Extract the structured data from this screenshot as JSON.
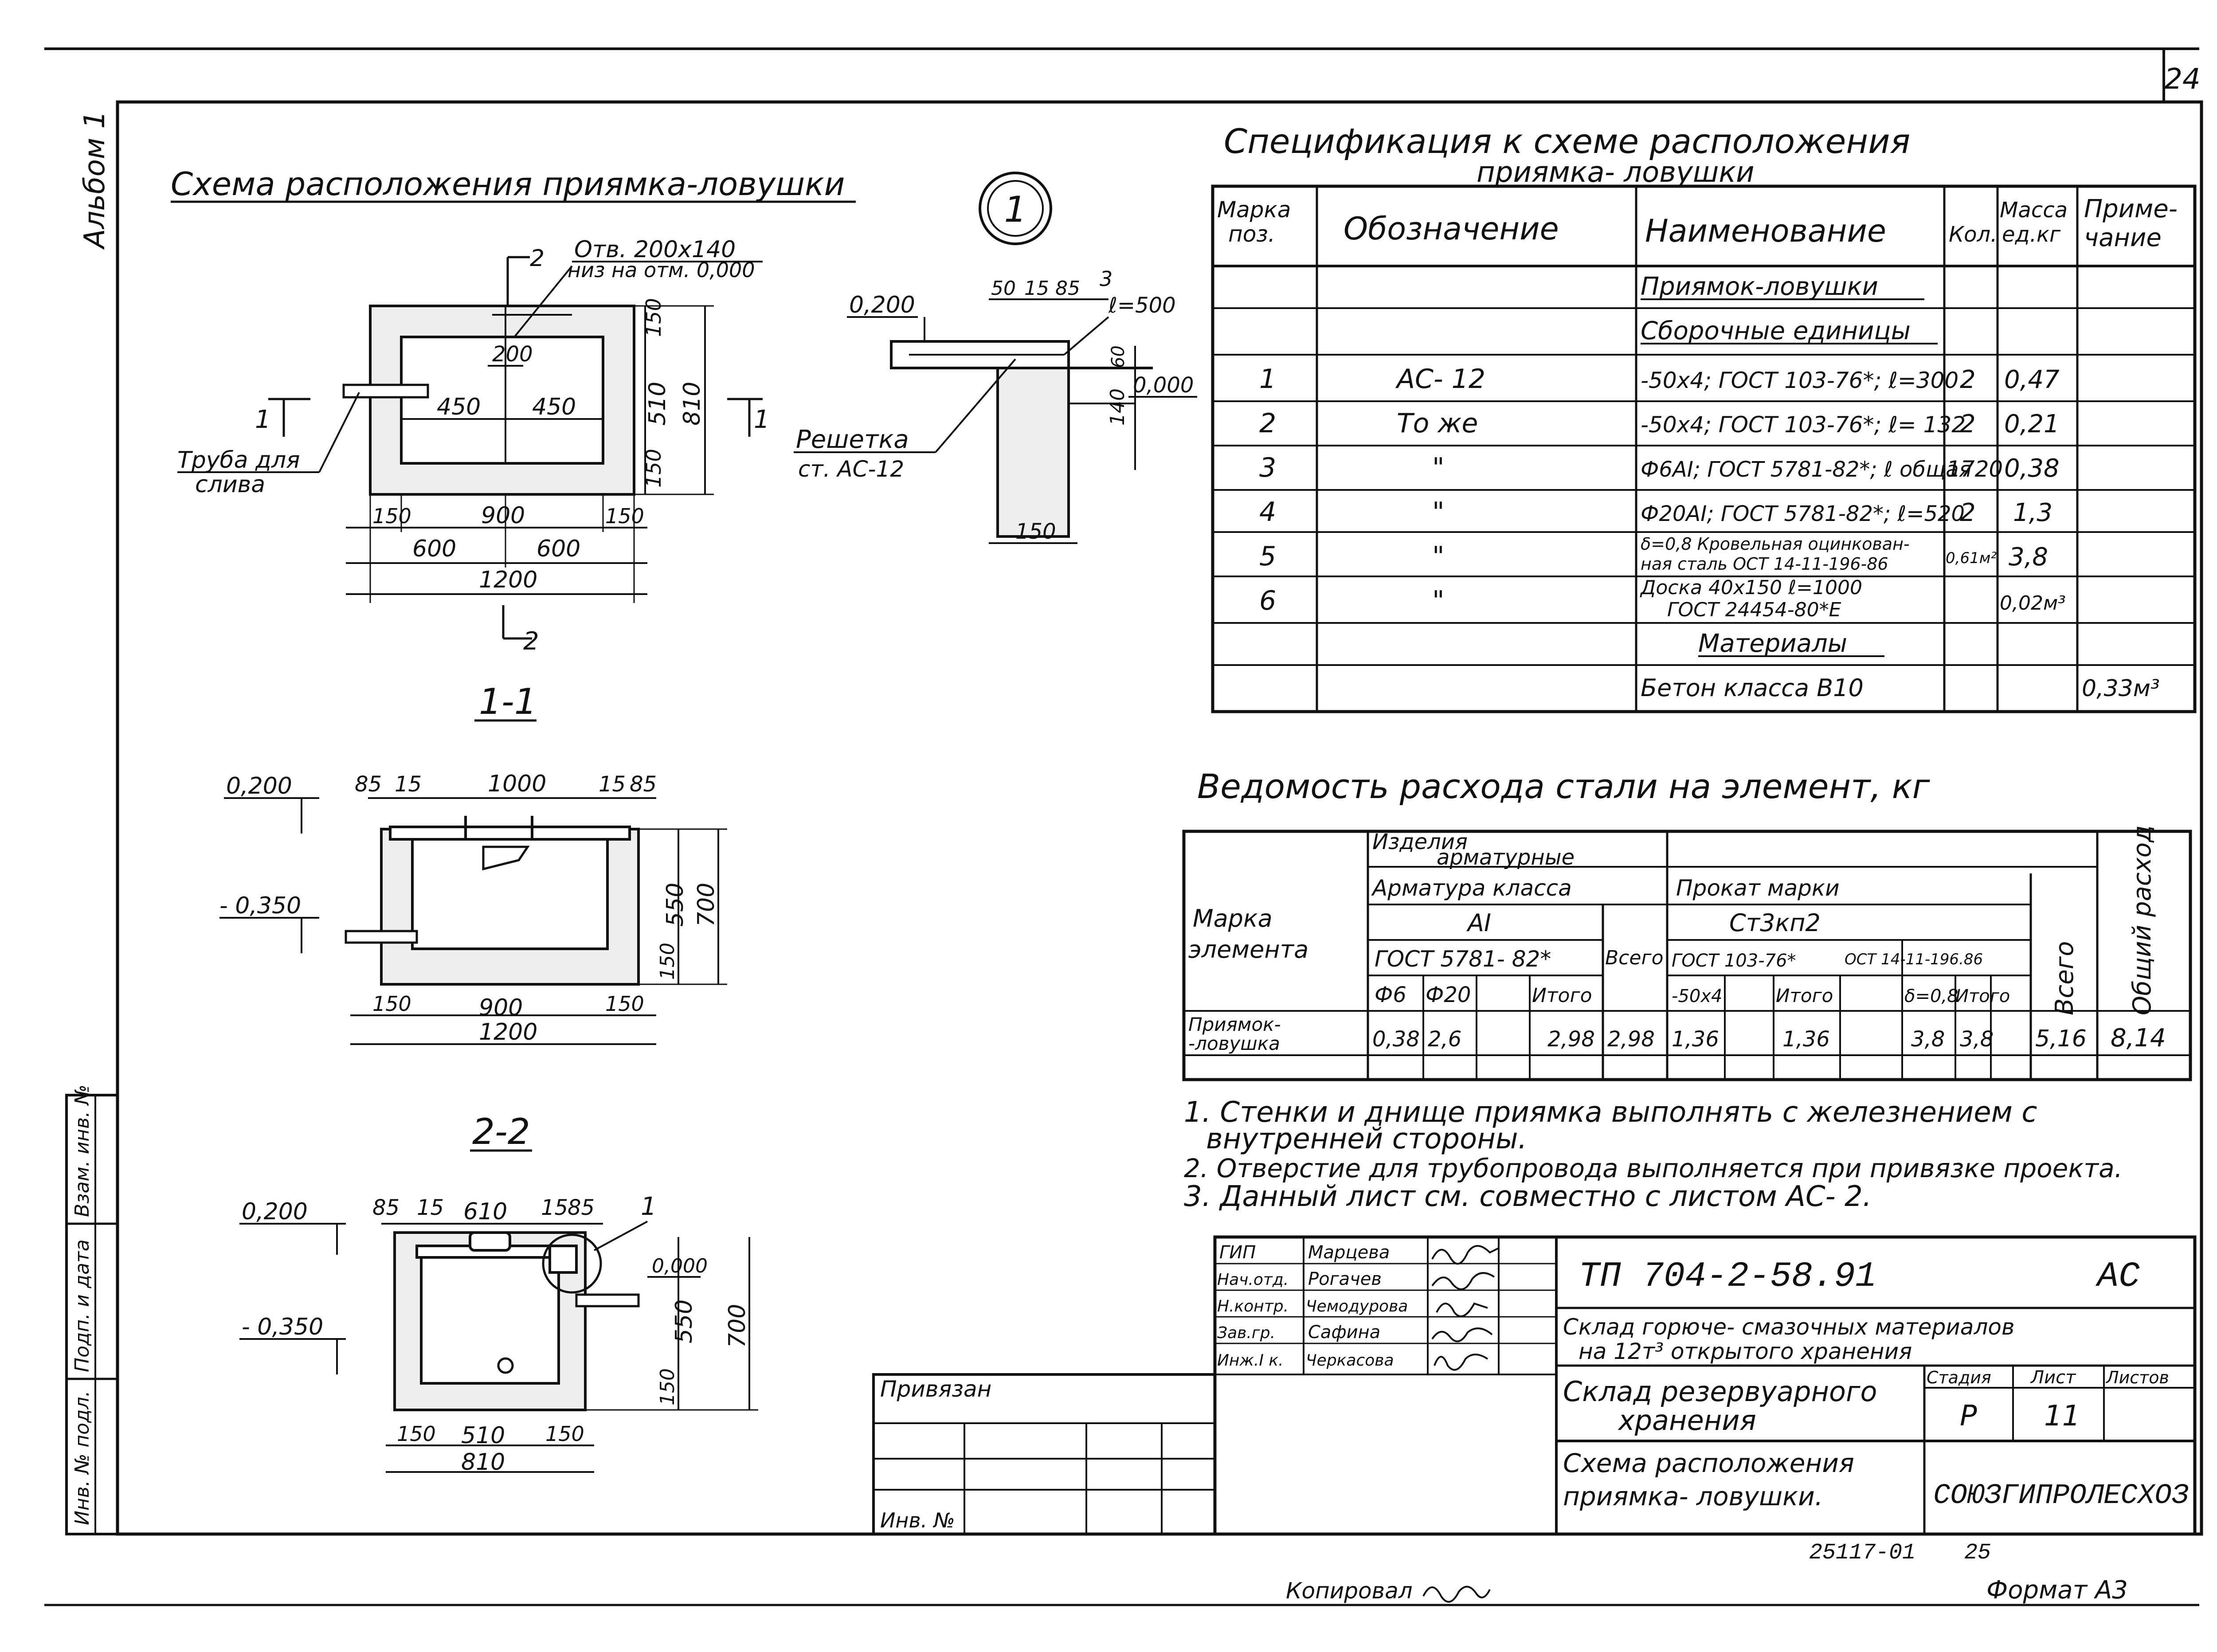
{
  "sheet_number": "24",
  "album_label": "Альбом 1",
  "plan": {
    "title": "Схема расположения приямка-ловушки",
    "opening": "Отв. 200х140",
    "opening_level": "низ на отм. 0,000",
    "pipe_label_1": "Труба для",
    "pipe_label_2": "слива",
    "section_mark": "1",
    "section_mark_2": "2",
    "dims": {
      "d200": "200",
      "d450a": "450",
      "d450b": "450",
      "d150a": "150",
      "d510": "510",
      "d150b": "150",
      "d810": "810",
      "b150a": "150",
      "b900": "900",
      "b150b": "150",
      "b600a": "600",
      "b600b": "600",
      "b1200": "1200"
    }
  },
  "detail": {
    "callout": "1",
    "level_top": "0,200",
    "level_zero": "0,000",
    "d50": "50",
    "d15": "15",
    "d85": "85",
    "item": "3",
    "length": "ℓ=500",
    "d60": "60",
    "d140": "140",
    "d150": "150",
    "grate_1": "Решетка",
    "grate_2": "ст. АС-12"
  },
  "section_1_1": {
    "title": "1-1",
    "level_top": "0,200",
    "level_pipe": "- 0,350",
    "top_dims": [
      "85",
      "15",
      "1000",
      "15",
      "85"
    ],
    "d550": "550",
    "d700": "700",
    "d150r": "150",
    "b150a": "150",
    "b900": "900",
    "b150b": "150",
    "b1200": "1200"
  },
  "section_2_2": {
    "title": "2-2",
    "level_top": "0,200",
    "level_pipe": "- 0,350",
    "level_zero": "0,000",
    "item": "1",
    "top_dims": [
      "85",
      "15",
      "610",
      "15",
      "85"
    ],
    "d550": "550",
    "d700": "700",
    "d150r": "150",
    "b150a": "150",
    "b510": "510",
    "b150b": "150",
    "b810": "810"
  },
  "spec": {
    "title_1": "Спецификация к схеме расположения",
    "title_2": "приямка- ловушки",
    "headers": [
      "Марка поз.",
      "Обозначение",
      "Наименование",
      "Кол.",
      "Масса ед.кг",
      "Приме- чание"
    ],
    "head_marka_1": "Марка",
    "head_marka_2": "поз.",
    "head_massa_1": "Масса",
    "head_massa_2": "ед.кг",
    "head_prim_1": "Приме-",
    "head_prim_2": "чание",
    "group_main": "Приямок-ловушки",
    "group_assembly": "Сборочные единицы",
    "group_materials": "Материалы",
    "rows": [
      {
        "pos": "1",
        "code": "АС- 12",
        "name": "-50х4; ГОСТ 103-76*; ℓ=300",
        "qty": "2",
        "mass": "0,47",
        "note": ""
      },
      {
        "pos": "2",
        "code": "То же",
        "name": "-50х4; ГОСТ 103-76*; ℓ= 132",
        "qty": "2",
        "mass": "0,21",
        "note": ""
      },
      {
        "pos": "3",
        "code": "\"",
        "name": "Ф6АI; ГОСТ 5781-82*; ℓ общая",
        "qty": "1720",
        "mass": "0,38",
        "note": ""
      },
      {
        "pos": "4",
        "code": "\"",
        "name": "Ф20АI; ГОСТ 5781-82*; ℓ=520",
        "qty": "2",
        "mass": "1,3",
        "note": ""
      },
      {
        "pos": "5",
        "code": "\"",
        "name_1": "δ=0,8 Кровельная оцинкован-",
        "name_2": "ная сталь ОСТ 14-11-196-86",
        "qty": "0,61м²",
        "mass": "3,8",
        "note": ""
      },
      {
        "pos": "6",
        "code": "\"",
        "name_1": "Доска 40х150  ℓ=1000",
        "name_2": "ГОСТ 24454-80*Е",
        "qty": "",
        "mass": "0,02м³",
        "note": ""
      }
    ],
    "concrete": {
      "name": "Бетон класса В10",
      "note": "0,33м³"
    }
  },
  "steel": {
    "title": "Ведомость расхода стали на элемент, кг",
    "h_marka_1": "Марка",
    "h_marka_2": "элемента",
    "h_izd_1": "Изделия",
    "h_izd_2": "арматурные",
    "h_arm": "Арматура класса",
    "h_ai": "АI",
    "h_gost1": "ГОСТ 5781- 82*",
    "h_vsego": "Всего",
    "h_prokat": "Прокат марки",
    "h_st": "Ст3кп2",
    "h_gost2": "ГОСТ 103-76*",
    "h_ost": "ОСТ 14-11-196.86",
    "h_vsego2": "Всего",
    "h_obsh": "Общий расход",
    "c_f6": "Ф6",
    "c_f20": "Ф20",
    "c_itogo1": "Итого",
    "c_50x4": "-50х4",
    "c_itogo2": "Итого",
    "c_d08": "δ=0,8",
    "c_itogo3": "Итого",
    "row_name_1": "Приямок-",
    "row_name_2": "-ловушка",
    "values": {
      "f6": "0,38",
      "f20": "2,6",
      "itogo_a": "2,98",
      "vsego_a": "2,98",
      "p50x4": "1,36",
      "itogo_b": "1,36",
      "d08": "3,8",
      "itogo_c": "3,8",
      "vsego_b": "5,16",
      "total": "8,14"
    }
  },
  "notes": [
    "1. Стенки и днище приямка выполнять с железнением с",
    "внутренней стороны.",
    "2. Отверстие для трубопровода выполняется при привязке проекта.",
    "3. Данный лист см. совместно с листом АС- 2."
  ],
  "stamp": {
    "roles": [
      {
        "role": "ГИП",
        "name": "Марцева"
      },
      {
        "role": "Нач.отд.",
        "name": "Рогачев"
      },
      {
        "role": "Н.контр.",
        "name": "Чемодурова"
      },
      {
        "role": "Зав.гр.",
        "name": "Сафина"
      },
      {
        "role": "Инж.I к.",
        "name": "Черкасова"
      }
    ],
    "doc_code": "ТП 704-2-58.91",
    "doc_type": "АС",
    "object_1": "Склад горюче- смазочных материалов",
    "object_2": "на 12т³ открытого хранения",
    "building_1": "Склад резервуарного",
    "building_2": "хранения",
    "stage_h": "Стадия",
    "sheet_h": "Лист",
    "sheets_h": "Листов",
    "stage": "Р",
    "sheet": "11",
    "sheet_title_1": "Схема расположения",
    "sheet_title_2": "приямка- ловушки.",
    "org": "СОЮЗГИПРОЛЕСХОЗ",
    "privyazan": "Привязан",
    "inv": "Инв. №"
  },
  "left_strip": [
    "Инв. № подл.",
    "Подп. и дата",
    "Взам. инв. №"
  ],
  "archive_no": "25117-01",
  "archive_no_2": "25",
  "copied": "Копировал",
  "format": "Формат А3"
}
